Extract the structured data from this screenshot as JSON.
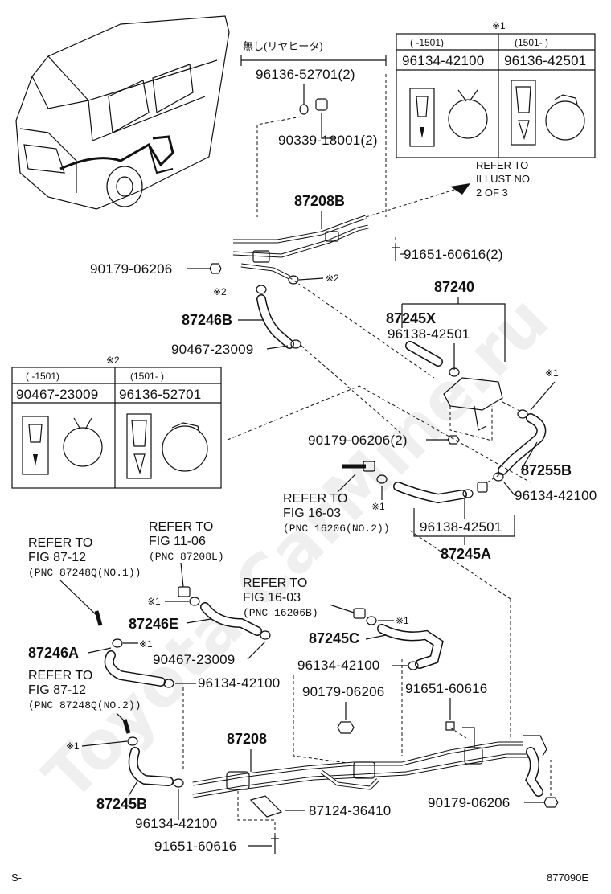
{
  "diagram": {
    "watermark": "Toyota CarMine.ru",
    "footer_left": "S-",
    "footer_right": "877090E",
    "table1": {
      "mark": "※1",
      "col1_header": "(   -1501)",
      "col2_header": "(1501-     )",
      "col1_part": "96134-42100",
      "col2_part": "96136-42501"
    },
    "table2": {
      "mark": "※2",
      "col1_header": "(   -1501)",
      "col2_header": "(1501-     )",
      "col1_part": "90467-23009",
      "col2_part": "96136-52701"
    },
    "top_note": "無し(リヤヒータ)",
    "refer_illust": [
      "REFER TO",
      "ILLUST NO.",
      "2 OF 3"
    ],
    "labels": {
      "p96136_52701_2": "96136-52701(2)",
      "p90339_18001_2": "90339-18001(2)",
      "p87208B": "87208B",
      "p90179_06206_a": "90179-06206",
      "p91651_60616_2": "91651-60616(2)",
      "mark2_a": "※2",
      "mark2_b": "※2",
      "p87246B": "87246B",
      "p90467_23009_a": "90467-23009",
      "p87240": "87240",
      "p87245X": "87245X",
      "p96138_42501_a": "96138-42501",
      "mark1_a": "※1",
      "p90179_06206_2": "90179-06206(2)",
      "p87255B": "87255B",
      "p96134_42100_a": "96134-42100",
      "mark1_b": "※1",
      "p96138_42501_b": "96138-42501",
      "p87245A": "87245A",
      "p87246E": "87246E",
      "mark1_c": "※1",
      "p90467_23009_b": "90467-23009",
      "p87246A": "87246A",
      "mark1_d": "※1",
      "p96134_42100_b": "96134-42100",
      "mark1_e": "※1",
      "p87245B": "87245B",
      "p96134_42100_c": "96134-42100",
      "p91651_60616_a": "91651-60616",
      "p87208": "87208",
      "p87124_36410": "87124-36410",
      "p87245C": "87245C",
      "mark1_f": "※1",
      "p96134_42100_d": "96134-42100",
      "p90179_06206_b": "90179-06206",
      "p91651_60616_b": "91651-60616",
      "p90179_06206_c": "90179-06206"
    },
    "refs": {
      "fig16_03_a": [
        "REFER TO",
        "FIG 16-03",
        "(PNC 16206(NO.2))"
      ],
      "fig11_06": [
        "REFER TO",
        "FIG 11-06",
        "(PNC 87208L)"
      ],
      "fig87_12_a": [
        "REFER TO",
        "FIG 87-12",
        "(PNC 87248Q(NO.1))"
      ],
      "fig16_03_b": [
        "REFER TO",
        "FIG 16-03",
        "(PNC 16206B)"
      ],
      "fig87_12_b": [
        "REFER TO",
        "FIG 87-12",
        "(PNC 87248Q(NO.2))"
      ]
    }
  }
}
